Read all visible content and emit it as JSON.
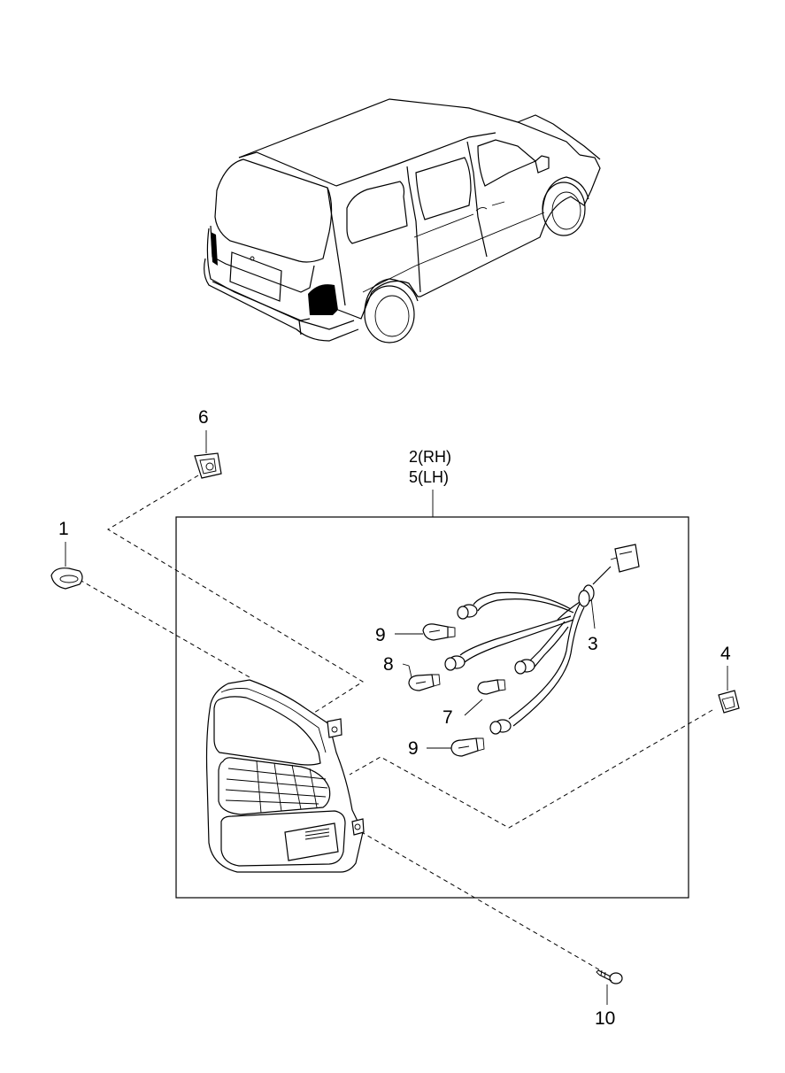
{
  "callouts": {
    "c1": "1",
    "c2": "2(RH)",
    "c5": "5(LH)",
    "c3": "3",
    "c4": "4",
    "c6": "6",
    "c7": "7",
    "c8": "8",
    "c9a": "9",
    "c9b": "9",
    "c10": "10"
  },
  "icons": {
    "vehicle": "minivan-rear-view-icon",
    "lamp": "rear-combination-lamp-icon",
    "harness": "wiring-harness-icon",
    "bulb": "bulb-icon",
    "clip": "clip-icon",
    "screw": "screw-icon"
  }
}
